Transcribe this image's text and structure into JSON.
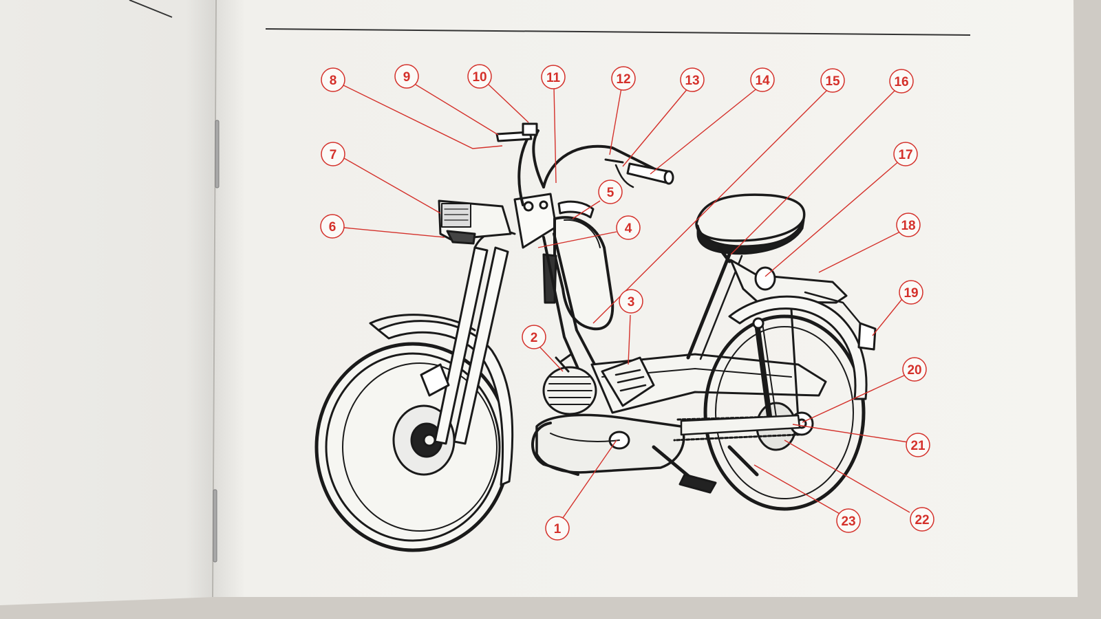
{
  "diagram": {
    "accent_color": "#d4302a",
    "ink_color": "#1a1a1a",
    "paper_color": "#f4f3ef",
    "callouts": [
      {
        "number": "1"
      },
      {
        "number": "2"
      },
      {
        "number": "3"
      },
      {
        "number": "4"
      },
      {
        "number": "5"
      },
      {
        "number": "6"
      },
      {
        "number": "7"
      },
      {
        "number": "8"
      },
      {
        "number": "9"
      },
      {
        "number": "10"
      },
      {
        "number": "11"
      },
      {
        "number": "12"
      },
      {
        "number": "13"
      },
      {
        "number": "14"
      },
      {
        "number": "15"
      },
      {
        "number": "16"
      },
      {
        "number": "17"
      },
      {
        "number": "18"
      },
      {
        "number": "19"
      },
      {
        "number": "20"
      },
      {
        "number": "21"
      },
      {
        "number": "22"
      },
      {
        "number": "23"
      }
    ]
  }
}
